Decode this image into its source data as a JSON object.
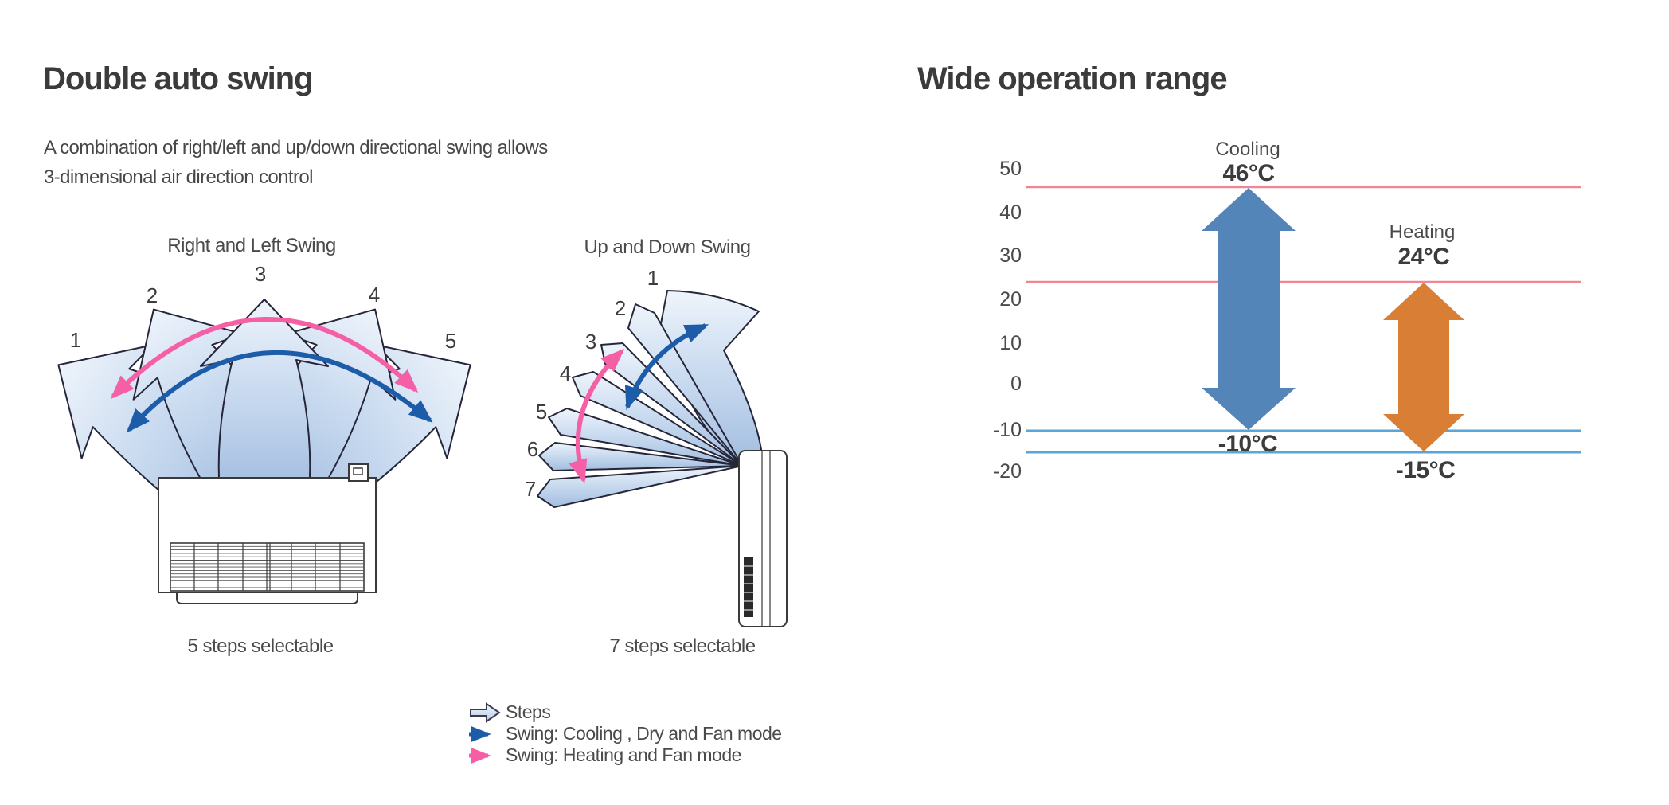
{
  "colors": {
    "heading_text": "#3b3b3b",
    "body_text": "#4a4a4a",
    "cooling_arrow_fill": "#5485b8",
    "heating_arrow_fill": "#d97e35",
    "max_limit_line": "#ef8694",
    "min_limit_line": "#57a7dd",
    "swing_cooling_arrow": "#1d5ca8",
    "swing_heating_arrow": "#f45fa5",
    "fan_blade_light": "#edf3fb",
    "fan_blade_dark": "#a2bddf"
  },
  "left_section": {
    "title": "Double auto swing",
    "description_lines": [
      "A combination of right/left and up/down directional swing allows",
      "3-dimensional air direction control"
    ],
    "right_left_diagram": {
      "title": "Right and Left Swing",
      "step_numbers": [
        "1",
        "2",
        "3",
        "4",
        "5"
      ],
      "caption": "5 steps selectable"
    },
    "up_down_diagram": {
      "title": "Up and Down Swing",
      "step_numbers": [
        "1",
        "2",
        "3",
        "4",
        "5",
        "6",
        "7"
      ],
      "caption": "7 steps selectable"
    },
    "legend": {
      "items": [
        {
          "label": "Steps"
        },
        {
          "label": "Swing: Cooling , Dry and Fan  mode"
        },
        {
          "label": "Swing: Heating and Fan mode"
        }
      ]
    }
  },
  "right_section": {
    "title": "Wide operation range",
    "chart": {
      "y_axis_ticks": [
        "50",
        "40",
        "30",
        "20",
        "10",
        "0",
        "-10",
        "-20"
      ],
      "cooling_label": "Cooling",
      "cooling_max": "46°C",
      "cooling_min": "-10°C",
      "heating_label": "Heating",
      "heating_max": "24°C",
      "heating_min": "-15°C"
    }
  },
  "chart_data": {
    "type": "bar",
    "title": "Wide operation range",
    "categories": [
      "Cooling",
      "Heating"
    ],
    "series": [
      {
        "name": "Cooling operation range",
        "min_c": -10,
        "max_c": 46
      },
      {
        "name": "Heating operation range",
        "min_c": -15,
        "max_c": 24
      }
    ],
    "ylabel": "",
    "ylim": [
      -20,
      50
    ],
    "yticks": [
      50,
      40,
      30,
      20,
      10,
      0,
      -10,
      -20
    ],
    "grid": false,
    "annotations": [
      "46°C",
      "24°C",
      "-10°C",
      "-15°C"
    ],
    "legend_position": "none"
  }
}
